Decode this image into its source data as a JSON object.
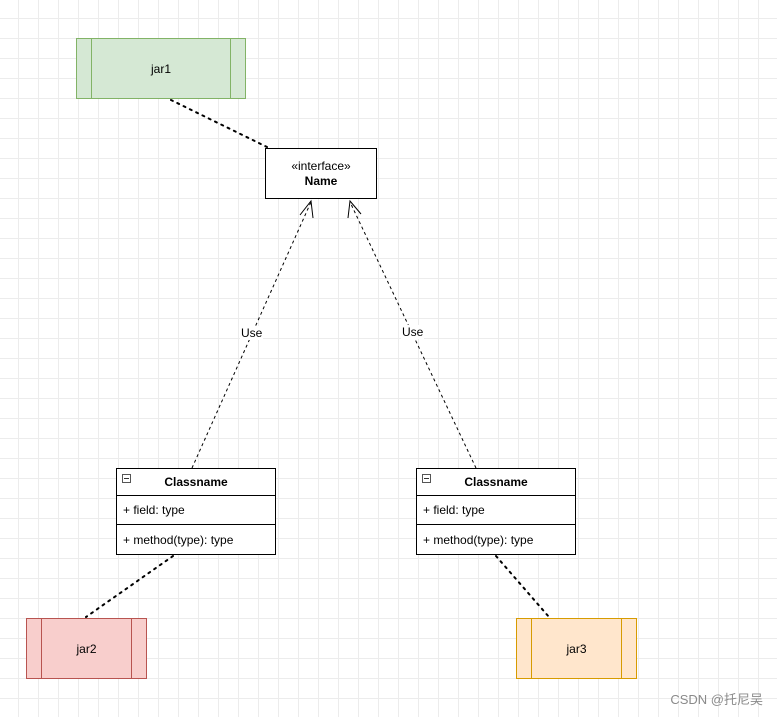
{
  "diagram": {
    "interface": {
      "stereotype": "«interface»",
      "name": "Name"
    },
    "classes": [
      {
        "name": "Classname",
        "field": "+ field: type",
        "method": "+ method(type): type"
      },
      {
        "name": "Classname",
        "field": "+ field: type",
        "method": "+ method(type): type"
      }
    ],
    "modules": [
      {
        "label": "jar1",
        "fill": "#d5e8d4",
        "stroke": "#82b366"
      },
      {
        "label": "jar2",
        "fill": "#f8cecc",
        "stroke": "#b85450"
      },
      {
        "label": "jar3",
        "fill": "#ffe6cc",
        "stroke": "#d79b00"
      }
    ],
    "edge_labels": {
      "left": "Use",
      "right": "Use"
    }
  },
  "watermark": "CSDN @托尼吴"
}
